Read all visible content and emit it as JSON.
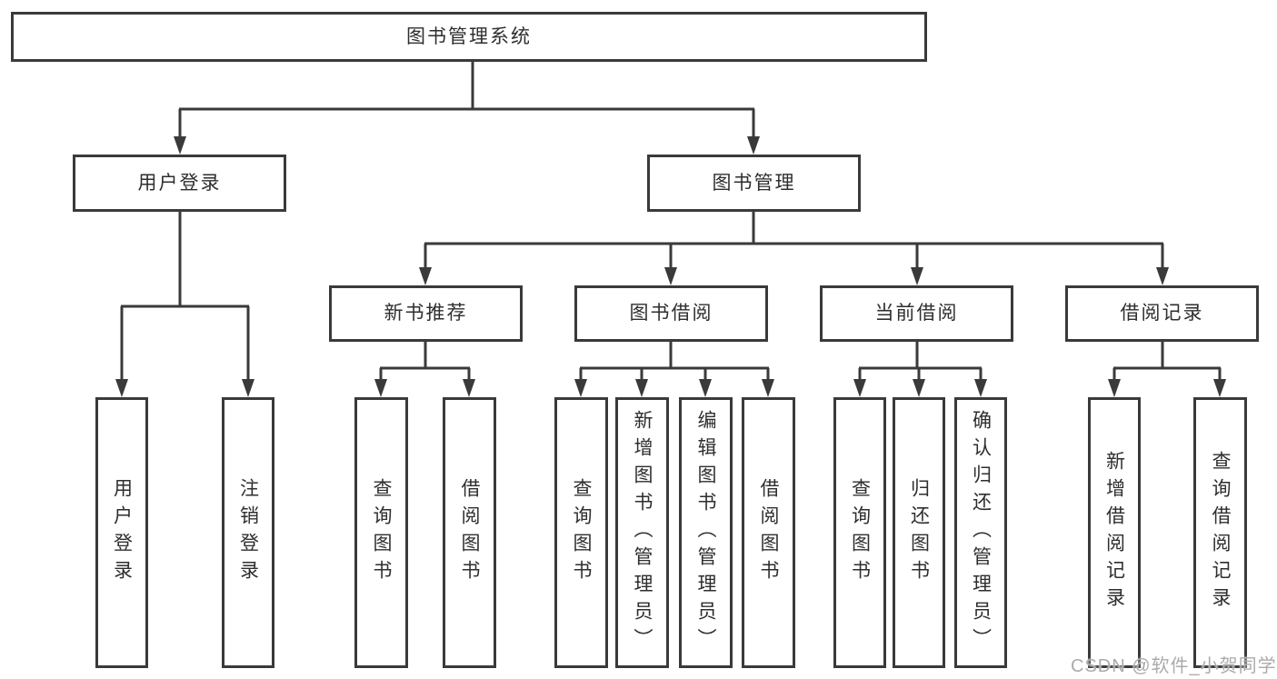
{
  "diagram": {
    "title": "图书管理系统",
    "level2": {
      "user_login": "用户登录",
      "book_management": "图书管理"
    },
    "level3": {
      "new_book_recommend": "新书推荐",
      "book_borrow": "图书借阅",
      "current_borrow": "当前借阅",
      "borrow_records": "借阅记录"
    },
    "leaves": {
      "user_login": [
        "用户登录",
        "注销登录"
      ],
      "new_book_recommend": [
        "查询图书",
        "借阅图书"
      ],
      "book_borrow": [
        "查询图书",
        "新增图书（管理员）",
        "编辑图书（管理员）",
        "借阅图书"
      ],
      "current_borrow": [
        "查询图书",
        "归还图书",
        "确认归还（管理员）"
      ],
      "borrow_records": [
        "新增借阅记录",
        "查询借阅记录"
      ]
    },
    "colors": {
      "line": "#3a3a3a",
      "text": "#2e2e2e",
      "box_background": "#ffffff"
    }
  },
  "watermark": {
    "text": "CSDN @软件_小贺同学",
    "color": "#ababab"
  }
}
